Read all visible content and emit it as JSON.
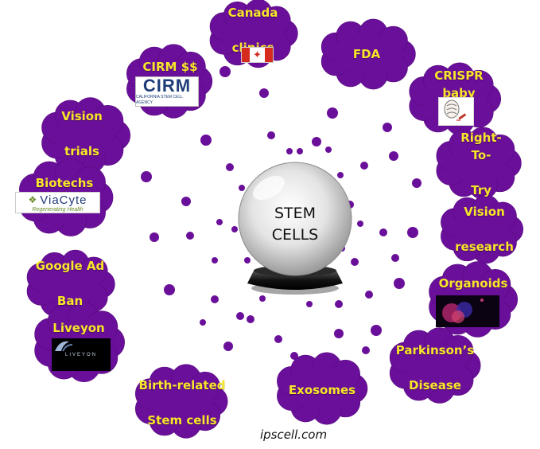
{
  "colors": {
    "cloud": "#6a0f9a",
    "cloud_edge": "#560a7e",
    "label": "#f7e62a",
    "dot": "#6a0f9a"
  },
  "center": {
    "line1": "STEM",
    "line2": "CELLS"
  },
  "footer": "ipscell.com",
  "topics": [
    {
      "id": "canada",
      "line1": "Canada",
      "line2": "clinics",
      "icon": "canada-flag-icon"
    },
    {
      "id": "fda",
      "line1": "FDA",
      "line2": ""
    },
    {
      "id": "cirm",
      "line1": "CIRM $$",
      "line2": "",
      "icon": "cirm-logo",
      "logo_text": "CIRM",
      "logo_sub": "CALIFORNIA STEM CELL AGENCY"
    },
    {
      "id": "crispr",
      "line1": "CRISPR baby",
      "line2": "",
      "icon": "crispr-baby-icon"
    },
    {
      "id": "vision-trials",
      "line1": "Vision",
      "line2": "trials"
    },
    {
      "id": "right-to-try",
      "line1": "Right-To-",
      "line2": "Try"
    },
    {
      "id": "biotechs",
      "line1": "Biotechs",
      "line2": "",
      "icon": "viacyte-logo",
      "logo_text": "ViaCyte",
      "logo_sub": "Regenerating Health"
    },
    {
      "id": "vision-research",
      "line1": "Vision",
      "line2": "research"
    },
    {
      "id": "google",
      "line1": "Google Ad",
      "line2": "Ban"
    },
    {
      "id": "organoids",
      "line1": "Organoids",
      "line2": "",
      "icon": "organoid-image"
    },
    {
      "id": "liveyon",
      "line1": "Liveyon",
      "line2": "",
      "icon": "liveyon-logo",
      "logo_text": "LIVEYON"
    },
    {
      "id": "parkinsons",
      "line1": "Parkinson’s",
      "line2": "Disease"
    },
    {
      "id": "birth",
      "line1": "Birth-related",
      "line2": "Stem cells"
    },
    {
      "id": "exosomes",
      "line1": "Exosomes",
      "line2": ""
    }
  ]
}
